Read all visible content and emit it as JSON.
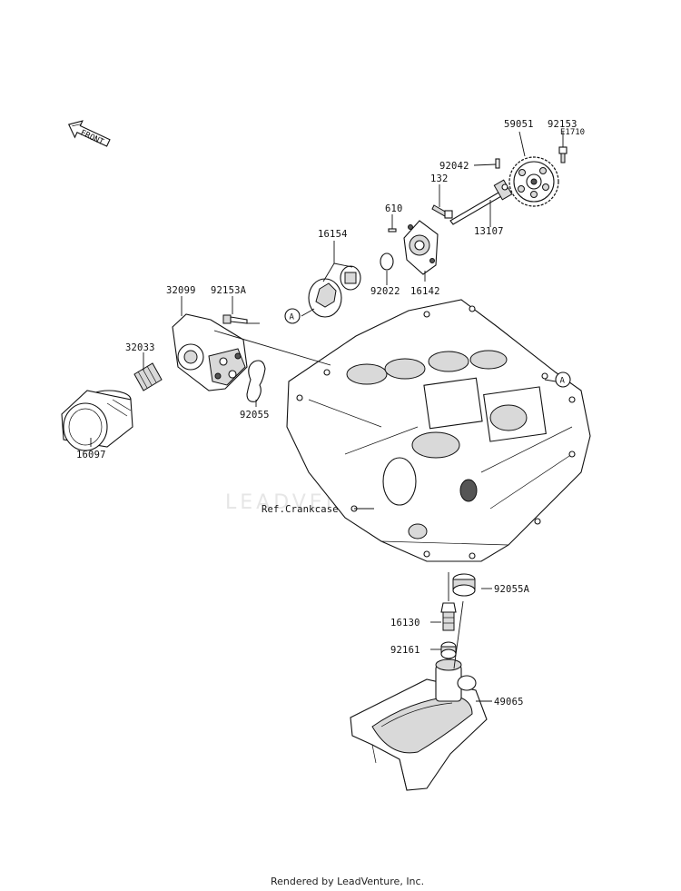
{
  "diagram_code": "E1710",
  "front_label": "FRONT",
  "watermark": "LEADVENTURE",
  "reference_label": "Ref.Crankcase",
  "callout_letter": "A",
  "parts": {
    "p59051": "59051",
    "p92153": "92153",
    "p92042": "92042",
    "p132": "132",
    "p610": "610",
    "p13107": "13107",
    "p16154": "16154",
    "p92022": "92022",
    "p16142": "16142",
    "p32099": "32099",
    "p92153A": "92153A",
    "p32033": "32033",
    "p16097": "16097",
    "p92055": "92055",
    "p92055A": "92055A",
    "p16130": "16130",
    "p92161": "92161",
    "p49065": "49065"
  },
  "footer": "Rendered by LeadVenture, Inc."
}
